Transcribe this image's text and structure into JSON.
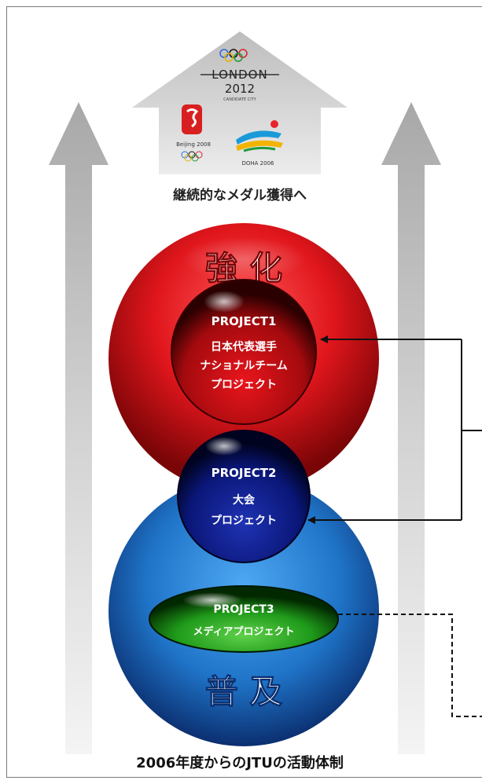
{
  "logos": {
    "london_top": "LONDON",
    "london_year": "2012",
    "london_tag": "CANDIDATE CITY",
    "beijing_text": "Beijing 2008",
    "doha_text": "DOHA 2006"
  },
  "continuous_medals": "継続的なメダル獲得へ",
  "strengthen": "強 化",
  "spread": "普 及",
  "project1": {
    "label": "PROJECT1",
    "line1": "日本代表選手",
    "line2": "ナショナルチーム",
    "line3": "プロジェクト"
  },
  "project2": {
    "label": "PROJECT2",
    "line1": "大会",
    "line2": "プロジェクト"
  },
  "project3": {
    "label": "PROJECT3",
    "line1": "メディアプロジェクト"
  },
  "caption": "2006年度からのJTUの活動体制",
  "colors": {
    "red": "#e0161c",
    "blue": "#1f74c8",
    "navy": "#0a1677",
    "green": "#1f9a1a",
    "arrow_gray": "#c8c8c8"
  }
}
